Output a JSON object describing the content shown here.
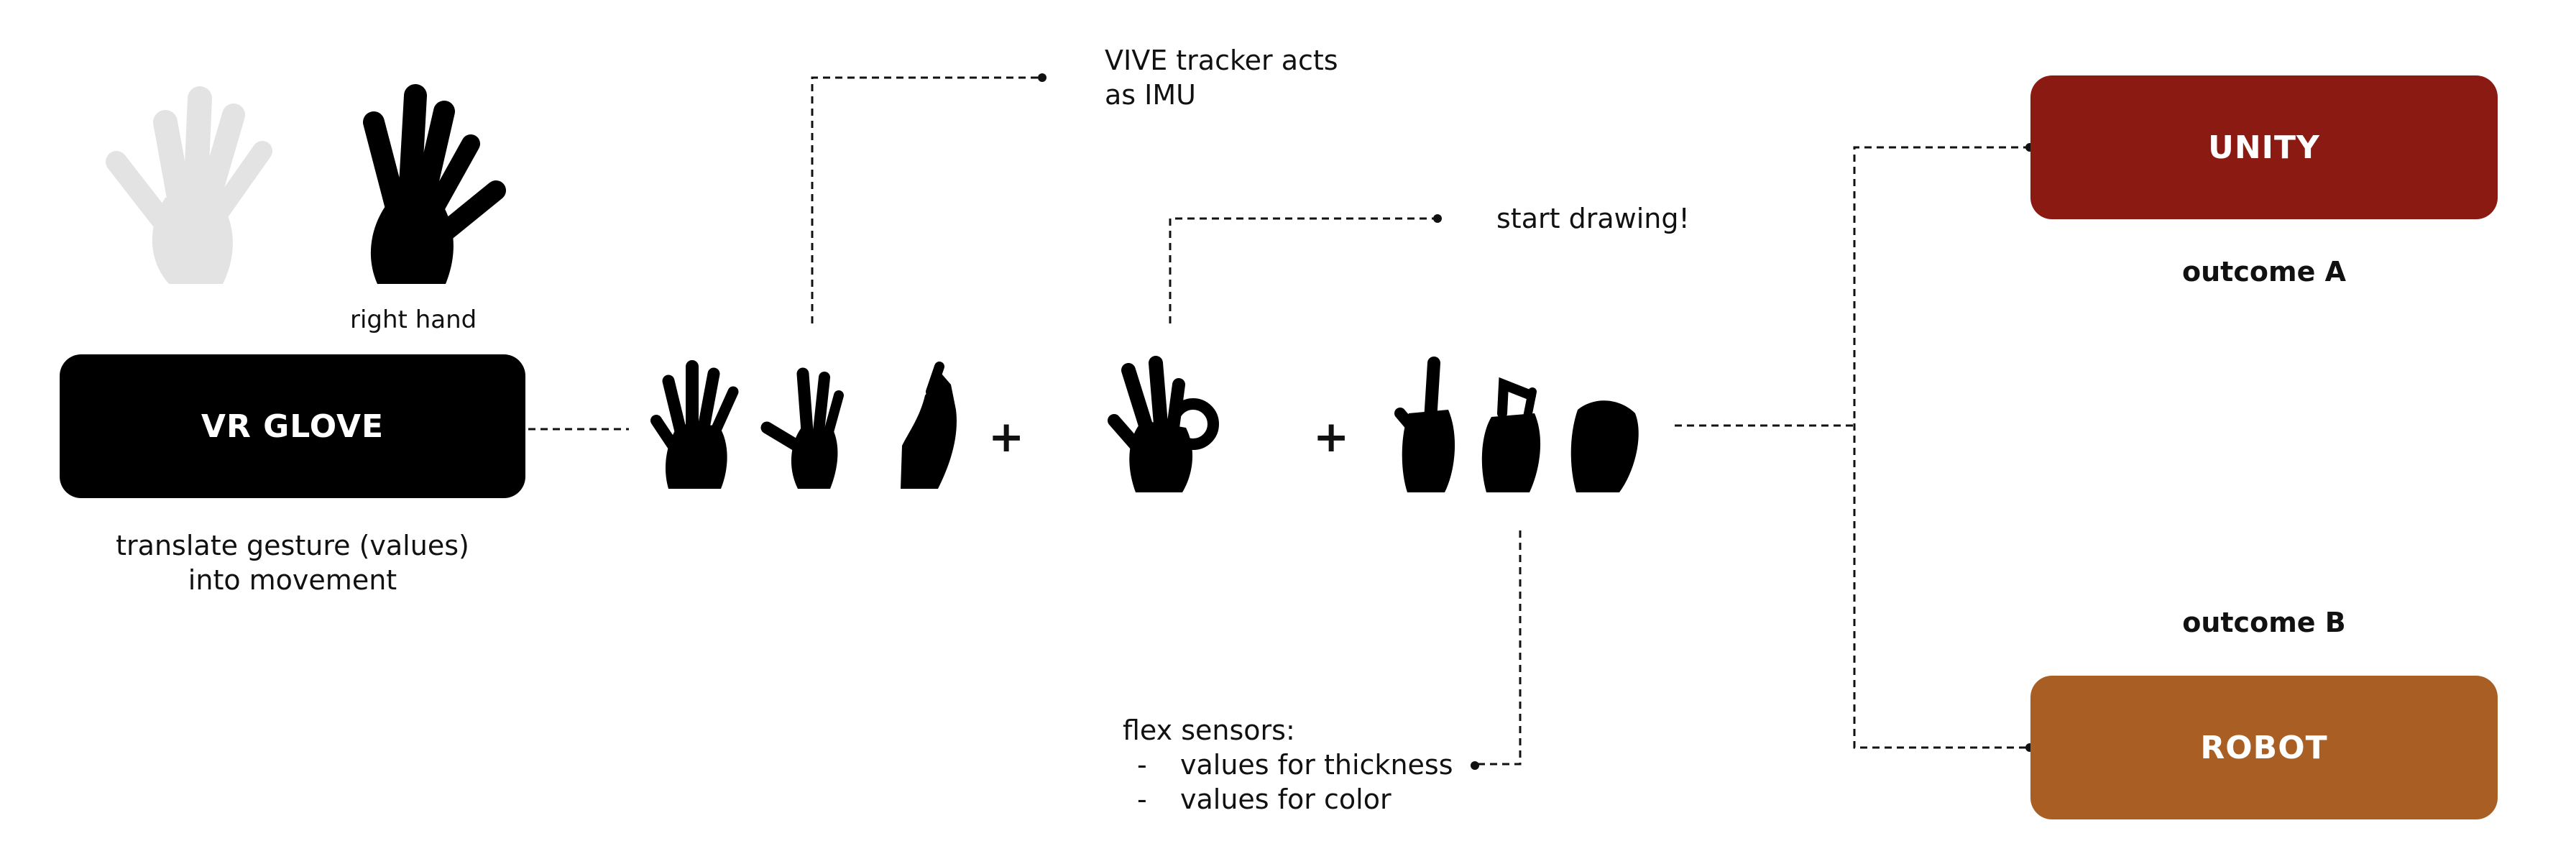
{
  "colors": {
    "vr_glove": "#000000",
    "unity": "#8b1a13",
    "robot": "#a95f24",
    "ghost_hand": "#e3e3e3",
    "hand": "#000000"
  },
  "nodes": {
    "vr_glove": "VR GLOVE",
    "unity": "UNITY",
    "robot": "ROBOT"
  },
  "labels": {
    "right_hand": "right hand",
    "translate_line1": "translate gesture (values)",
    "translate_line2": "into movement",
    "vive_line1": "VIVE tracker acts",
    "vive_line2": "as IMU",
    "start_drawing": "start drawing!",
    "outcome_a": "outcome A",
    "outcome_b": "outcome B",
    "flex_title": "flex sensors:",
    "flex_bullet": "-",
    "flex_item1": "values for thickness",
    "flex_item2": "values for color",
    "plus": "+"
  },
  "icons": [
    "ghost-left-hand-icon",
    "right-hand-icon",
    "open-hand-icon",
    "tilted-hand-icon",
    "side-hand-icon",
    "ok-gesture-icon",
    "point-up-hand-icon",
    "pinch-hand-icon",
    "fist-hand-icon"
  ]
}
